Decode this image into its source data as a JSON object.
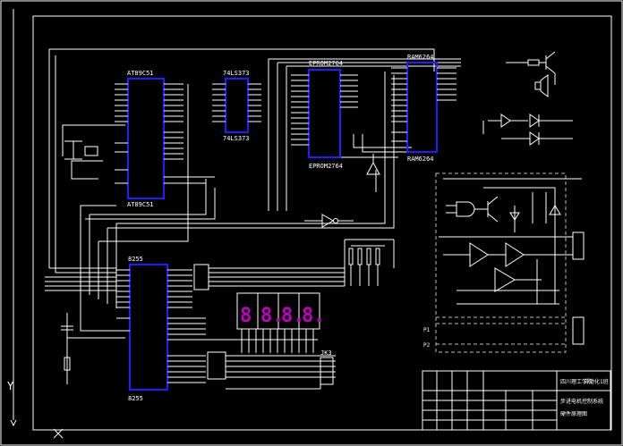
{
  "chips": {
    "mcu_top": "AT89C51",
    "mcu_bottom": "AT89C51",
    "latch_top": "74LS373",
    "latch_bottom": "74LS373",
    "eprom_top": "EPROM2764",
    "eprom_bottom": "EPROM2764",
    "ram_top": "RAM6264",
    "ram_bottom": "RAM6264",
    "io_top": "8255",
    "io_bottom": "8255"
  },
  "connector_label": "JK3",
  "port_labels": [
    "P1",
    "P2"
  ],
  "display": {
    "digits": [
      "8",
      "8.",
      "8.",
      "8."
    ],
    "color": "#c000c0"
  },
  "title_block": {
    "school": "四川理工学院",
    "code": "自动化1班",
    "project": "步进电机控制系统",
    "sheet": "硬件原理图"
  },
  "axis_label": "Y",
  "colors": {
    "wire": "#ffffff",
    "bus": "#2020ff",
    "pin": "#ffffff",
    "border": "#ffffff",
    "dashed": "#bbbbbb",
    "display": "#c000c0"
  }
}
